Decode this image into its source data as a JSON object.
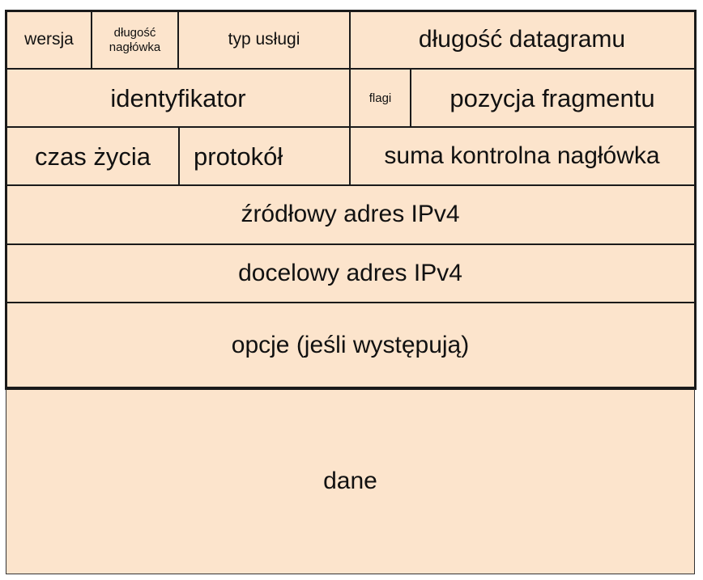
{
  "header": {
    "row1": {
      "version": "wersja",
      "header_length_line1": "długość",
      "header_length_line2": "nagłówka",
      "service_type": "typ usługi",
      "datagram_length": "długość datagramu"
    },
    "row2": {
      "identifier": "identyfikator",
      "flags": "flagi",
      "fragment_offset": "pozycja fragmentu"
    },
    "row3": {
      "ttl": "czas życia",
      "protocol": "protokół",
      "header_checksum": "suma kontrolna nagłówka"
    },
    "source_address": "źródłowy adres IPv4",
    "destination_address": "docelowy adres IPv4",
    "options": "opcje (jeśli występują)"
  },
  "payload": {
    "data": "dane"
  },
  "colors": {
    "cell_fill": "#fce4cc",
    "border": "#1a1a1a",
    "text": "#111111"
  }
}
